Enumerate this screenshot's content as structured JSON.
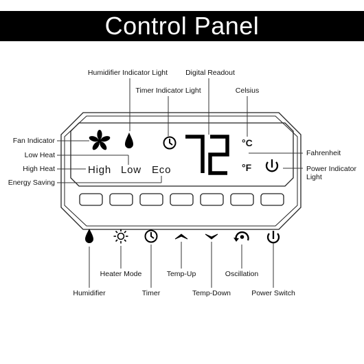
{
  "title": "Control Panel",
  "display": {
    "temperature": "72",
    "modes": {
      "high": "High",
      "low": "Low",
      "eco": "Eco"
    },
    "units": {
      "celsius": "°C",
      "fahrenheit": "°F"
    }
  },
  "callouts": {
    "humidifier_indicator_light": "Humidifier Indicator Light",
    "digital_readout": "Digital Readout",
    "timer_indicator_light": "Timer Indicator Light",
    "celsius": "Celsius",
    "fan_indicator": "Fan Indicator",
    "low_heat": "Low Heat",
    "high_heat": "High Heat",
    "energy_saving": "Energy Saving",
    "fahrenheit": "Fahrenheit",
    "power_indicator_light": "Power Indicator Light"
  },
  "buttons": [
    {
      "icon": "drop-icon",
      "label": "Humidifier"
    },
    {
      "icon": "sun-icon",
      "label": "Heater Mode"
    },
    {
      "icon": "clock-icon",
      "label": "Timer"
    },
    {
      "icon": "chevron-up-icon",
      "label": "Temp-Up"
    },
    {
      "icon": "chevron-down-icon",
      "label": "Temp-Down"
    },
    {
      "icon": "oscillation-icon",
      "label": "Oscillation"
    },
    {
      "icon": "power-icon",
      "label": "Power Switch"
    }
  ]
}
